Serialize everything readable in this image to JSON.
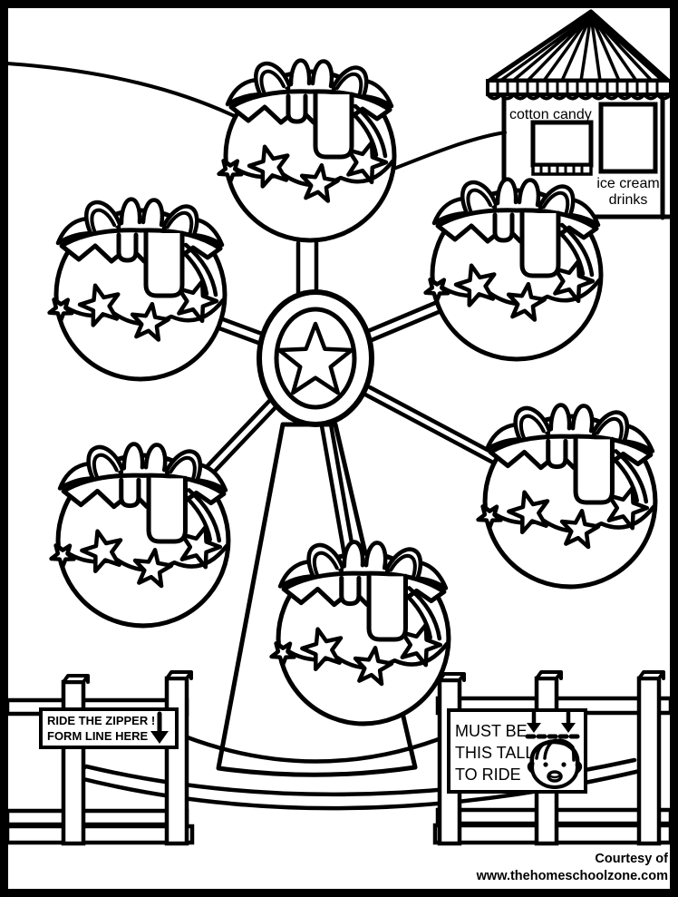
{
  "colors": {
    "ink": "#000000",
    "paper": "#ffffff"
  },
  "stand": {
    "awning_label": "cotton candy",
    "menu_line1": "ice cream",
    "menu_line2": "drinks"
  },
  "zipper_sign": {
    "line1": "RIDE THE ZIPPER !",
    "line2": "FORM LINE HERE"
  },
  "height_sign": {
    "line1": "MUST BE",
    "line2": "THIS TALL",
    "line3": "TO RIDE"
  },
  "credit": {
    "line1": "Courtesy of",
    "line2": "www.thehomeschoolzone.com"
  }
}
